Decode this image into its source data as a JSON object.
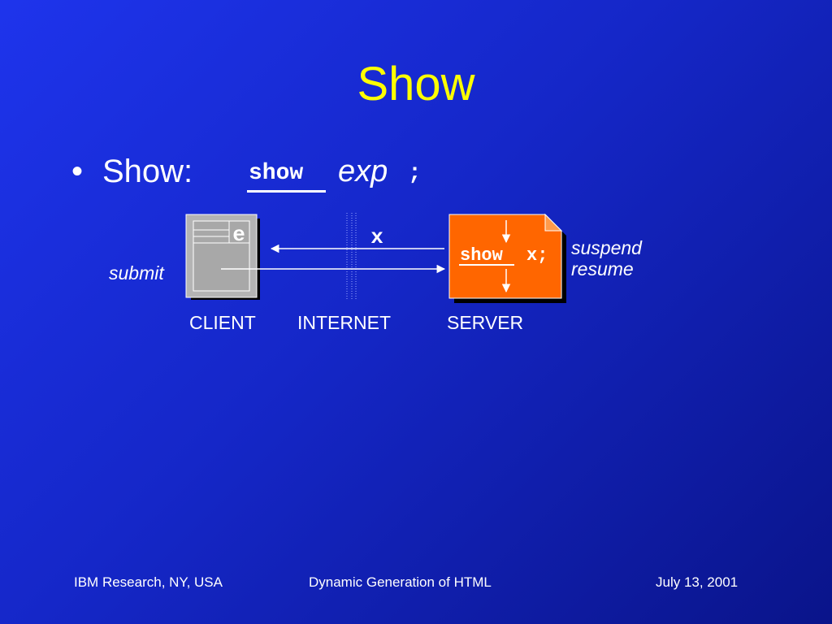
{
  "slide": {
    "title": "Show",
    "bullet": {
      "symbol": "•",
      "label": "Show:",
      "keyword": "show",
      "argument": "exp",
      "terminator": ";"
    }
  },
  "diagram": {
    "client_label": "CLIENT",
    "internet_label": "INTERNET",
    "server_label": "SERVER",
    "client_doc_letter": "e",
    "message_label": "x",
    "server_code_keyword": "show",
    "server_code_rest": "x;",
    "submit_label": "submit",
    "suspend_label": "suspend",
    "resume_label": "resume"
  },
  "footer": {
    "left": "IBM Research, NY, USA",
    "center": "Dynamic Generation of HTML",
    "right": "July 13, 2001"
  },
  "colors": {
    "background_top": "#1e34ec",
    "background_bottom": "#0a148a",
    "title": "#ffff00",
    "server_doc": "#ff6600",
    "client_doc": "#b4b4b4"
  }
}
